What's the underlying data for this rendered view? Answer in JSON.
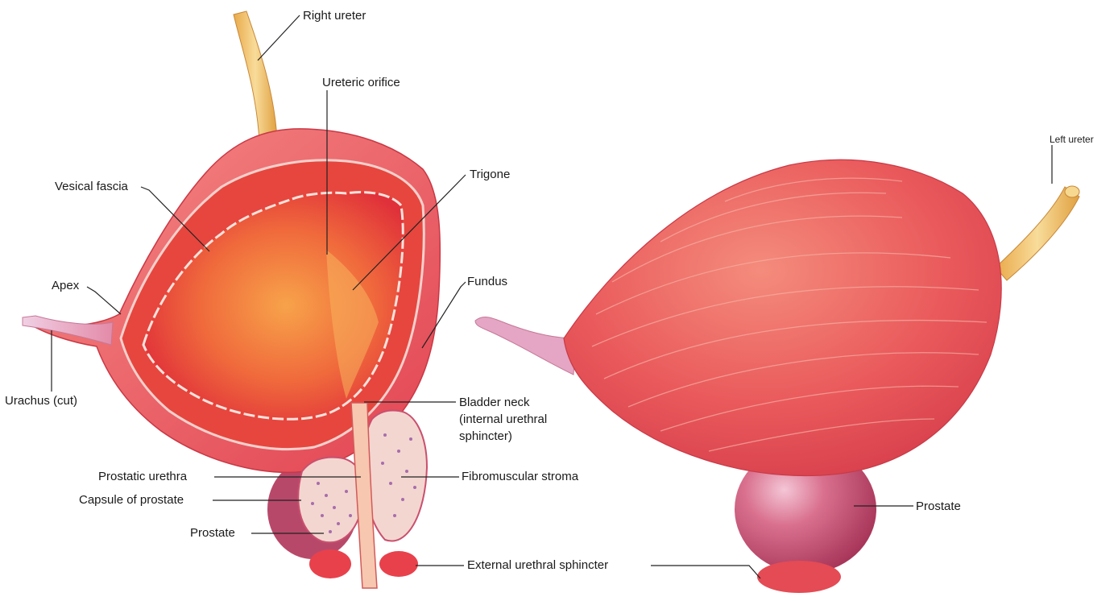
{
  "labels": {
    "right_ureter": "Right ureter",
    "ureteric_orifice": "Ureteric orifice",
    "trigone": "Trigone",
    "vesical_fascia": "Vesical fascia",
    "apex": "Apex",
    "fundus": "Fundus",
    "urachus_cut": "Urachus (cut)",
    "bladder_neck_1": "Bladder neck",
    "bladder_neck_2": "(internal urethral",
    "bladder_neck_3": "sphincter)",
    "prostatic_urethra": "Prostatic urethra",
    "fibromuscular_stroma": "Fibromuscular stroma",
    "capsule_of_prostate": "Capsule of prostate",
    "prostate_left": "Prostate",
    "external_urethral_sphincter": "External urethral sphincter",
    "left_ureter": "Left ureter",
    "prostate_right": "Prostate"
  },
  "colors": {
    "muscle": "#e8505a",
    "muscle_light": "#f08a86",
    "interior": "#f06a3c",
    "ureter": "#f2c46c",
    "prostate": "#c9506e",
    "prostate_gland": "#f3d6d0",
    "urachus": "#e4a6c4"
  }
}
